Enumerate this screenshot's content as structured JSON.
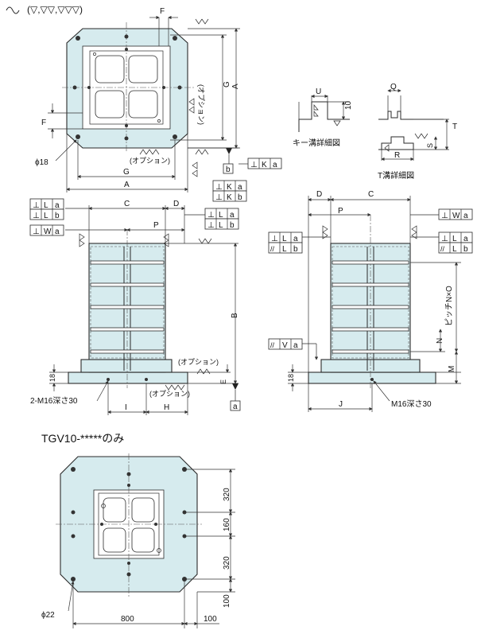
{
  "header": {
    "finish_symbols": "(▽,▽▽,▽▽▽)"
  },
  "top_view": {
    "dim_F": "F",
    "dim_G": "G",
    "dim_A": "A",
    "option_right": "(オプション)",
    "option_bottom": "(オプション)",
    "hole_dia": "ϕ18",
    "datum_b": "b"
  },
  "tolerance_boxes": {
    "tk_b": [
      "⊥",
      "K",
      "a"
    ],
    "tk_a1": [
      "⊥",
      "K",
      "a"
    ],
    "tk_a2": [
      "⊥",
      "K",
      "b"
    ],
    "left_la": [
      "⊥",
      "L",
      "a"
    ],
    "left_lb": [
      "⊥",
      "L",
      "b"
    ],
    "left_wa": [
      "⊥",
      "W",
      "a"
    ],
    "mid_la": [
      "⊥",
      "L",
      "a"
    ],
    "mid_lb": [
      "⊥",
      "L",
      "b"
    ],
    "right_wa": [
      "⊥",
      "W",
      "a"
    ],
    "right_la": [
      "⊥",
      "L",
      "a"
    ],
    "right_lb": [
      "//",
      "L",
      "b"
    ],
    "side_la": [
      "⊥",
      "L",
      "a"
    ],
    "side_lb": [
      "//",
      "L",
      "b"
    ],
    "side_va": [
      "//",
      "V",
      "a"
    ]
  },
  "key_groove": {
    "label": "キー溝詳細図",
    "U": "U",
    "dim10": "10"
  },
  "t_groove": {
    "label": "T溝詳細図",
    "Q": "Q",
    "T": "T",
    "S": "S",
    "R": "R"
  },
  "front_view": {
    "C": "C",
    "D": "D",
    "P": "P",
    "B": "B",
    "E": "E",
    "I": "I",
    "H": "H",
    "dim18": "18",
    "thread": "2-M16深さ30",
    "option_1": "(オプション)",
    "option_2": "(オプション)",
    "datum_a": "a"
  },
  "side_view": {
    "D": "D",
    "C": "C",
    "P": "P",
    "pitch": "ピッチN×O",
    "N": "N",
    "M": "M",
    "J": "J",
    "dim18": "18",
    "thread": "M16深さ30"
  },
  "bottom_view": {
    "title": "TGV10-*****のみ",
    "d320a": "320",
    "d160": "160",
    "d320b": "320",
    "d100a": "100",
    "d800": "800",
    "d100b": "100",
    "hole_dia": "ϕ22"
  }
}
